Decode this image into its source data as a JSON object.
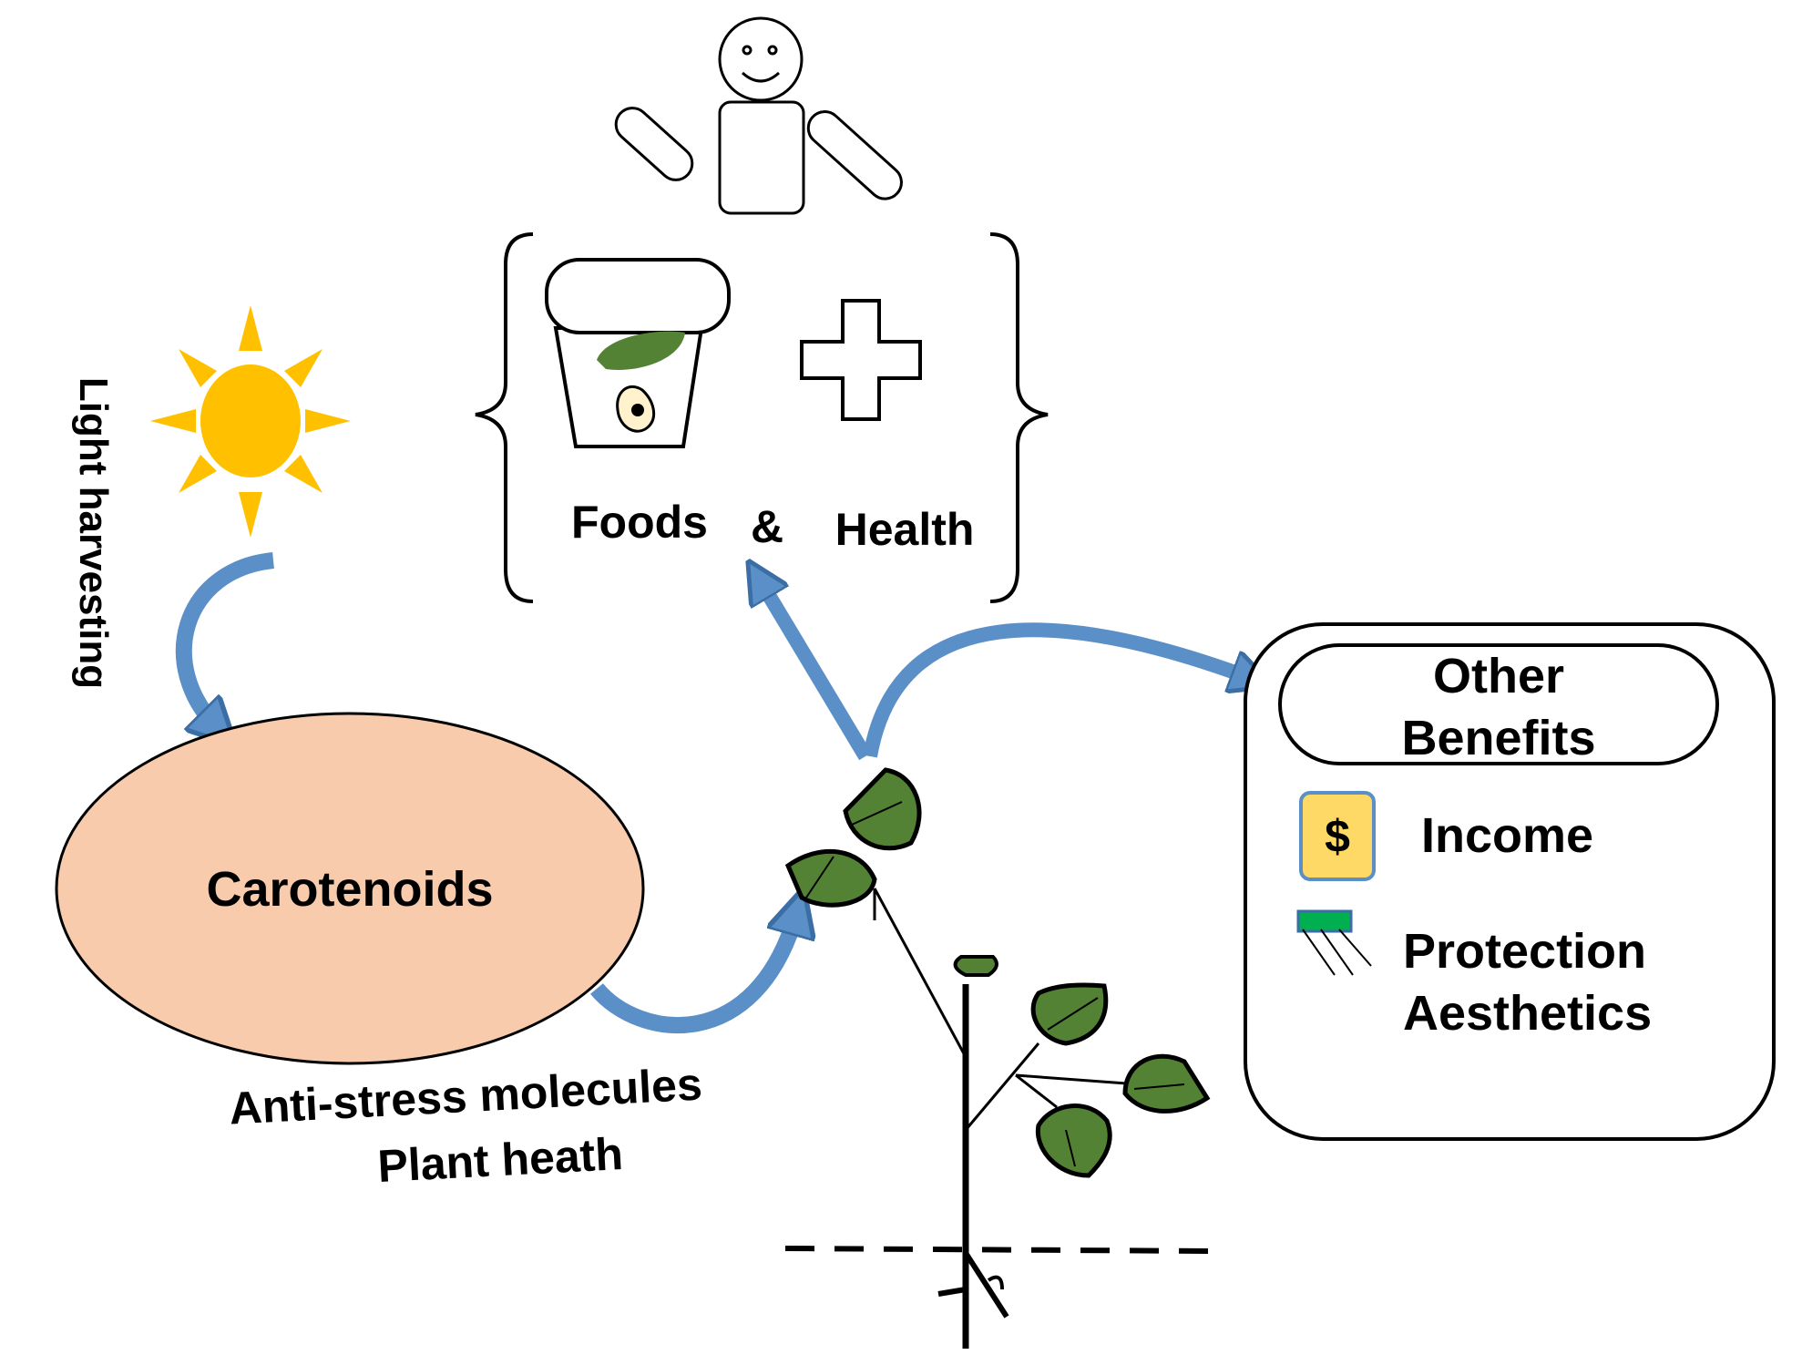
{
  "labels": {
    "light_harvesting": "Light harvesting",
    "carotenoids": "Carotenoids",
    "foods": "Foods",
    "ampersand": "&",
    "health": "Health",
    "anti_stress": "Anti-stress molecules",
    "plant_health": "Plant heath",
    "other_benefits_line1": "Other",
    "other_benefits_line2": "Benefits",
    "dollar_sign": "$",
    "income": "Income",
    "protection": "Protection",
    "aesthetics": "Aesthetics"
  },
  "colors": {
    "sun": "#FFC000",
    "carotenoid_ellipse": "#F8CBAD",
    "arrow": "#5B8FC7",
    "arrow_edge": "#3A6EA5",
    "leaf": "#548235",
    "income_badge": "#FFD966",
    "income_badge_border": "#5B8FC7",
    "flag": "#00B050"
  },
  "icons": [
    "sun-icon",
    "person-icon",
    "food-cup-icon",
    "health-cross-icon",
    "plant-icon",
    "dollar-icon",
    "flag-icon"
  ]
}
